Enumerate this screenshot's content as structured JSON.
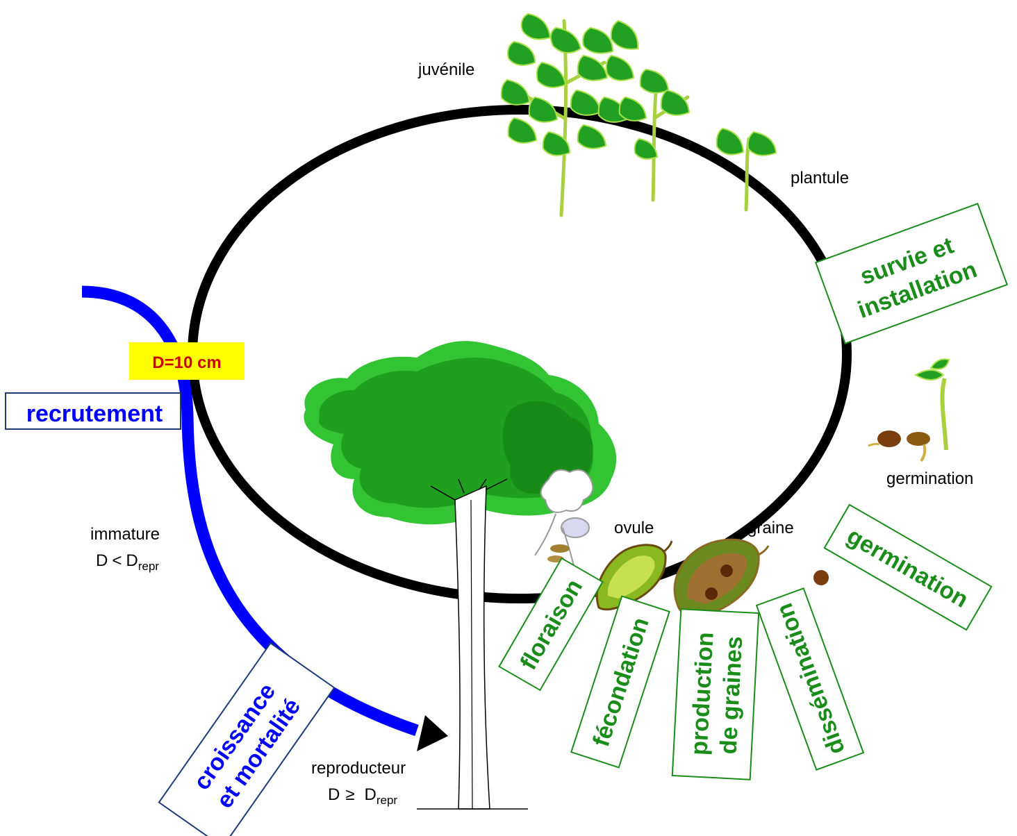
{
  "colors": {
    "cycle": "#000000",
    "recruit_path": "#0000ff",
    "stage_text": "#1a8c1a",
    "threshold_bg": "#ffff00",
    "threshold_text": "#cc0000",
    "recruit_text": "#0000ff"
  },
  "labels": {
    "juvenile": "juvénile",
    "plantule": "plantule",
    "germination": "germination",
    "ovule": "ovule",
    "graine": "graine",
    "immature": "immature",
    "immature_d": "D",
    "immature_op": "<",
    "immature_sub_d": "D",
    "immature_sub": "repr",
    "reproducteur": "reproducteur",
    "repro_d": "D",
    "repro_op": "≥",
    "repro_sub_d": "D",
    "repro_sub": "repr"
  },
  "threshold": "D=10 cm",
  "recrutement": "recrutement",
  "croissance": {
    "line1": "croissance",
    "line2": "et mortalité"
  },
  "stages": {
    "survie": {
      "line1": "survie et",
      "line2": "installation"
    },
    "germination": "germination",
    "floraison": "floraison",
    "fecondation": "fécondation",
    "production": {
      "line1": "production",
      "line2": "de graines"
    },
    "dissemination": "dissémination"
  },
  "icons": {
    "cycle": "circle-cycle-icon",
    "tree": "tree-icon",
    "flower": "flower-icon",
    "ovule": "ovule-fruit-icon",
    "seed_pod": "seed-pod-icon",
    "seed": "seed-icon",
    "seedling": "seedling-icon",
    "sapling": "sapling-icon"
  }
}
